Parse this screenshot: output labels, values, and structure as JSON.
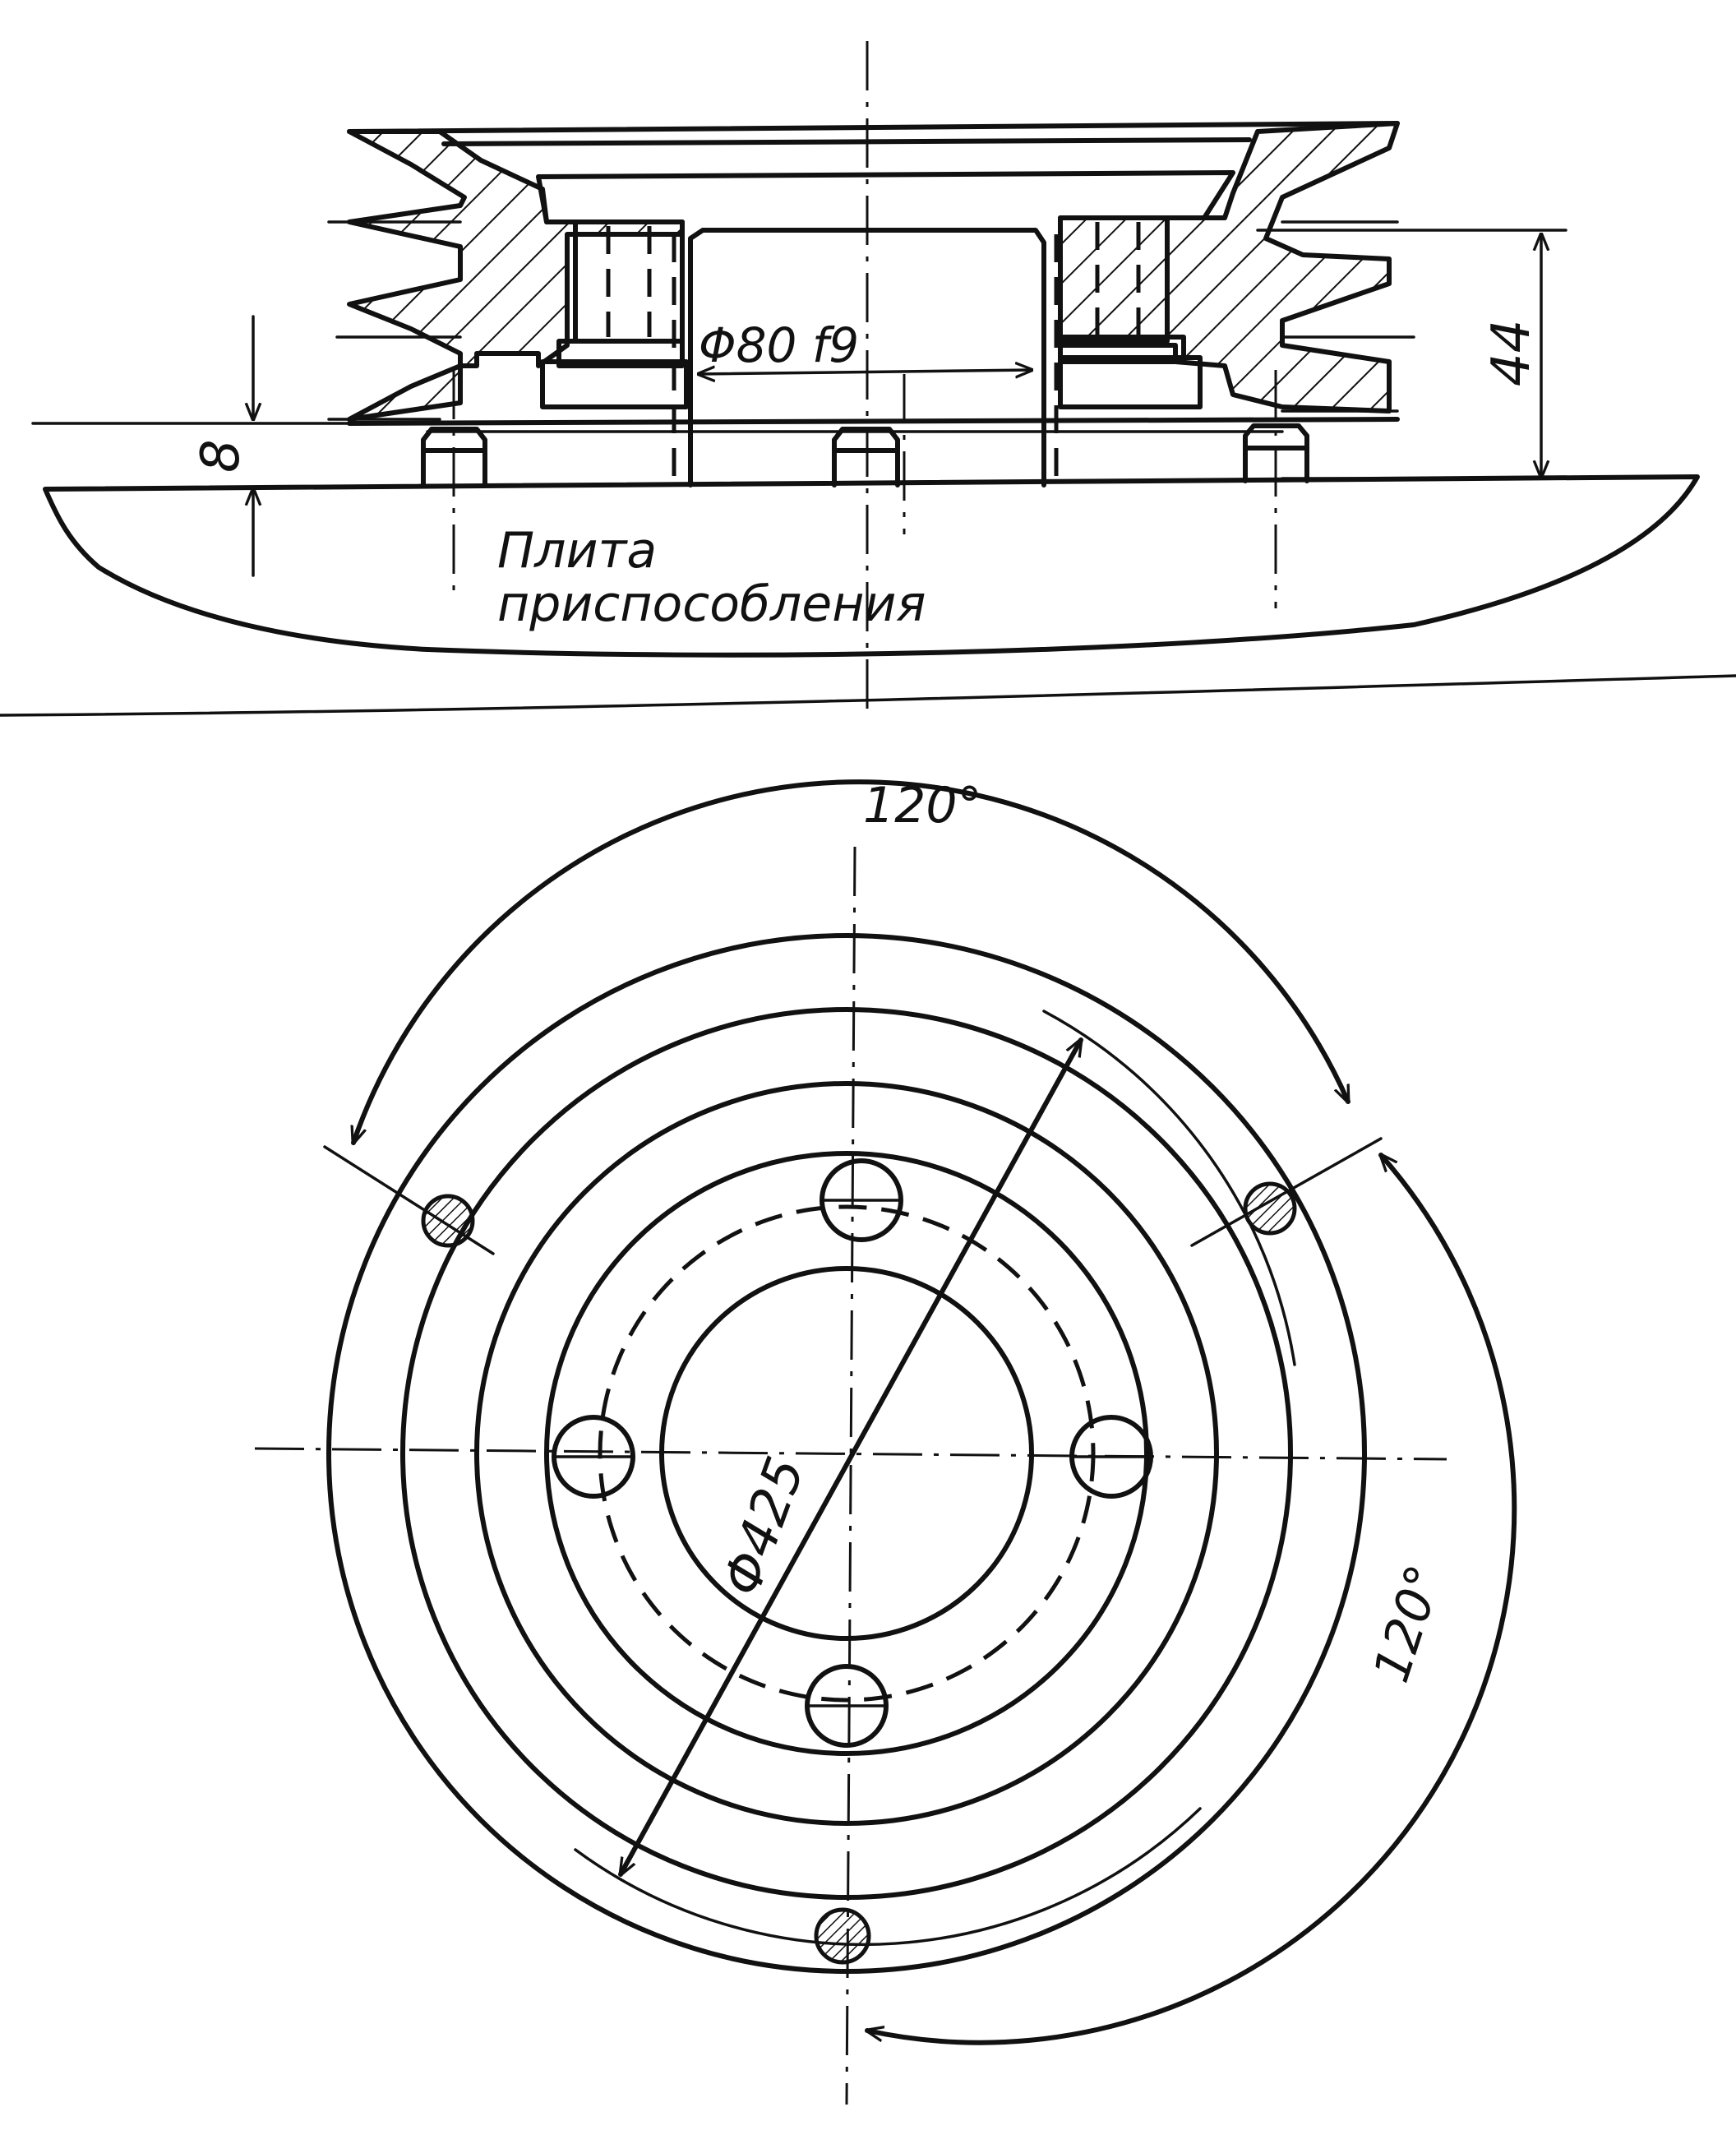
{
  "section_view": {
    "dim_height_small": "8",
    "dim_height_total": "44",
    "dim_bore": "Φ80 f9",
    "plate_label_line1": "Плита",
    "plate_label_line2": "приспособления"
  },
  "plan_view": {
    "angle_top": "120°",
    "angle_right": "120°",
    "dim_diameter": "Φ425"
  }
}
